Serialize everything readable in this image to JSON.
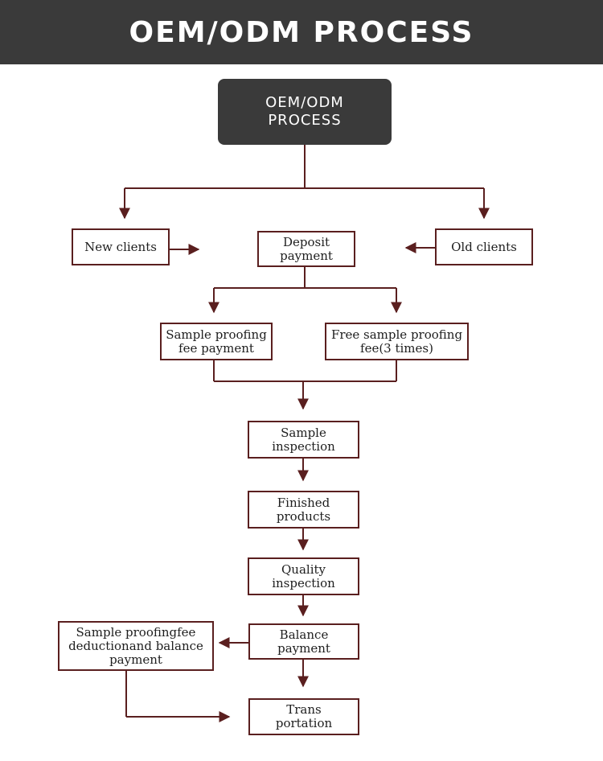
{
  "header": {
    "title": "OEM/ODM PROCESS"
  },
  "colors": {
    "banner": "#3a3a3a",
    "line": "#5a1f1f",
    "box_border": "#5a1f1f"
  },
  "nodes": {
    "root": "OEM/ODM\nPROCESS",
    "new_clients": "New clients",
    "deposit_payment": "Deposit\npayment",
    "old_clients": "Old clients",
    "sample_proofing_fee": "Sample proofing\nfee payment",
    "free_sample_proofing": "Free sample proofing\nfee(3 times)",
    "sample_inspection": "Sample\ninspection",
    "finished_products": "Finished\nproducts",
    "quality_inspection": "Quality\ninspection",
    "balance_payment": "Balance\npayment",
    "deduction_balance": "Sample proofingfee\ndeductionand balance\npayment",
    "transportation": "Trans\nportation"
  }
}
